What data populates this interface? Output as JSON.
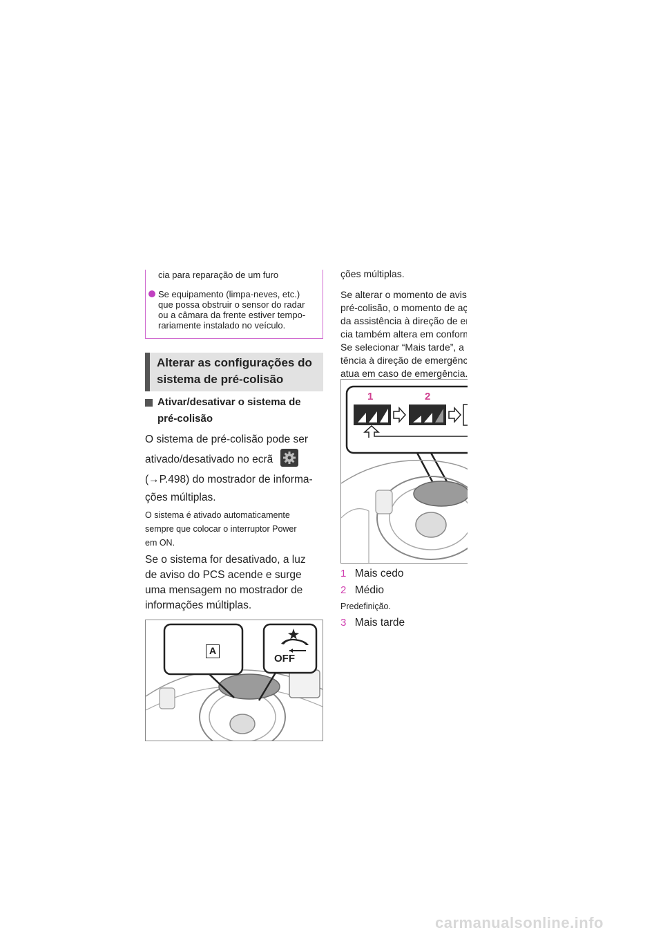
{
  "note": {
    "line_top": "cia para reparação de um furo",
    "bullet_lines": [
      "Se equipamento (limpa-neves, etc.)",
      "que possa obstruir o sensor do radar",
      "ou a câmara da frente estiver tempo-",
      "rariamente instalado no veículo."
    ]
  },
  "heading": {
    "line1": "Alterar as configurações do",
    "line2": "sistema de pré-colisão"
  },
  "subsection": {
    "line1": "Ativar/desativar o sistema de",
    "line2": "pré-colisão"
  },
  "left_body": {
    "p1_line1": "O sistema de pré-colisão pode ser",
    "p1_line2": "ativado/desativado no ecrã",
    "p1_line3": "(→P.498) do mostrador de informa-",
    "p1_line4": "ções múltiplas.",
    "small_line1": "O sistema é ativado automaticamente",
    "small_line2": "sempre que colocar o interruptor Power",
    "small_line3": "em ON.",
    "p2_line1": "Se o sistema for desativado, a luz",
    "p2_line2": "de aviso do PCS acende e surge",
    "p2_line3": "uma mensagem no mostrador de",
    "p2_line4": "informações múltiplas."
  },
  "right_body": {
    "lines": [
      "ções múltiplas.",
      "Se alterar o momento de aviso de",
      "pré-colisão, o momento de ação",
      "da assistência à direção de emergên-",
      "cia também altera em conformidade.",
      "Se selecionar “Mais tarde”, a assis-",
      "tência à direção de emergência não",
      "atua em caso de emergência."
    ]
  },
  "figure_left": {
    "label": "A",
    "off_text": "OFF"
  },
  "figure_right": {
    "label1": "1",
    "label2": "2"
  },
  "options": [
    {
      "num": "1",
      "label": "Mais cedo"
    },
    {
      "num": "2",
      "label": "Médio"
    },
    {
      "num": "3",
      "label": "Mais tarde"
    }
  ],
  "default_note": "Predefinição.",
  "watermark": "carmanualsonline.info"
}
